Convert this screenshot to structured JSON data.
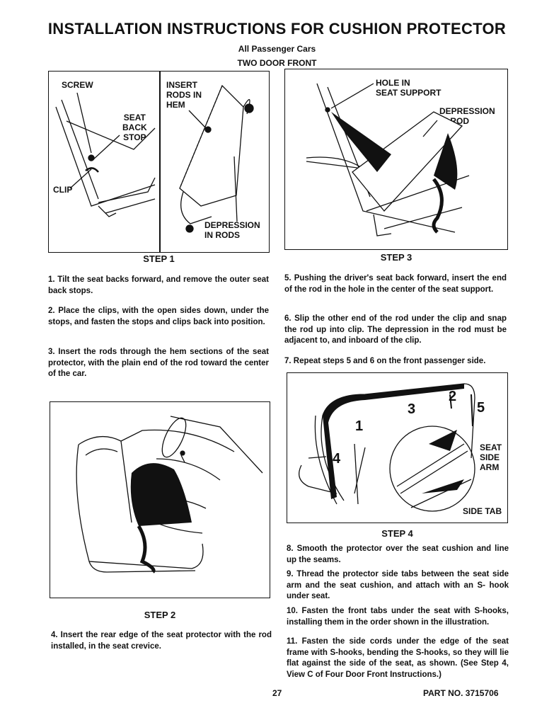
{
  "header": {
    "title": "INSTALLATION INSTRUCTIONS FOR CUSHION PROTECTOR",
    "subtitle1": "All Passenger Cars",
    "subtitle2": "TWO DOOR FRONT"
  },
  "step1": {
    "caption": "STEP 1",
    "labels": {
      "screw": "SCREW",
      "seat_back_stop": "SEAT\nBACK\nSTOP",
      "clip": "CLIP",
      "insert_rods": "INSERT\nRODS IN\nHEM",
      "depression": "DEPRESSION\nIN RODS"
    },
    "instructions": [
      "1. Tilt the seat backs forward, and remove the outer seat back stops.",
      "2. Place the clips, with the open sides down, under the stops, and fasten the stops and clips back into position.",
      "3. Insert the rods through the hem sections of the seat protector, with the plain end of the rod toward the center of the car."
    ]
  },
  "step2": {
    "caption": "STEP 2",
    "instructions": [
      "4. Insert the rear edge of the seat protector with the rod installed, in the seat crevice."
    ]
  },
  "step3": {
    "caption": "STEP 3",
    "labels": {
      "hole": "HOLE IN\nSEAT SUPPORT",
      "depression": "DEPRESSION\nIN ROD"
    },
    "instructions": [
      "5. Pushing the driver's seat back forward, insert the end of the rod in the hole in the center of the seat support.",
      "6. Slip the other end of the rod under the clip and snap the rod up into clip. The depression in the rod must be adjacent to, and inboard of the clip.",
      "7. Repeat steps 5 and 6 on the front passenger side."
    ]
  },
  "step4": {
    "caption": "STEP 4",
    "labels": {
      "seat_side_arm": "SEAT\nSIDE\nARM",
      "side_tab": "SIDE TAB",
      "n1": "1",
      "n2": "2",
      "n3": "3",
      "n4": "4",
      "n5": "5"
    },
    "instructions": [
      "8. Smooth the protector over the seat cushion and line up the seams.",
      "9. Thread the protector side tabs between the seat side arm and the seat cushion, and attach with an S- hook under seat.",
      "10. Fasten the front tabs under the seat with S-hooks, installing them in the order shown in the illustration.",
      "11. Fasten the side cords under the edge of the seat frame with S-hooks, bending the S-hooks, so they will lie flat against the side of the seat, as shown. (See Step 4, View C of Four Door Front Instructions.)"
    ]
  },
  "footer": {
    "page_number": "27",
    "part_number": "PART NO. 3715706"
  }
}
